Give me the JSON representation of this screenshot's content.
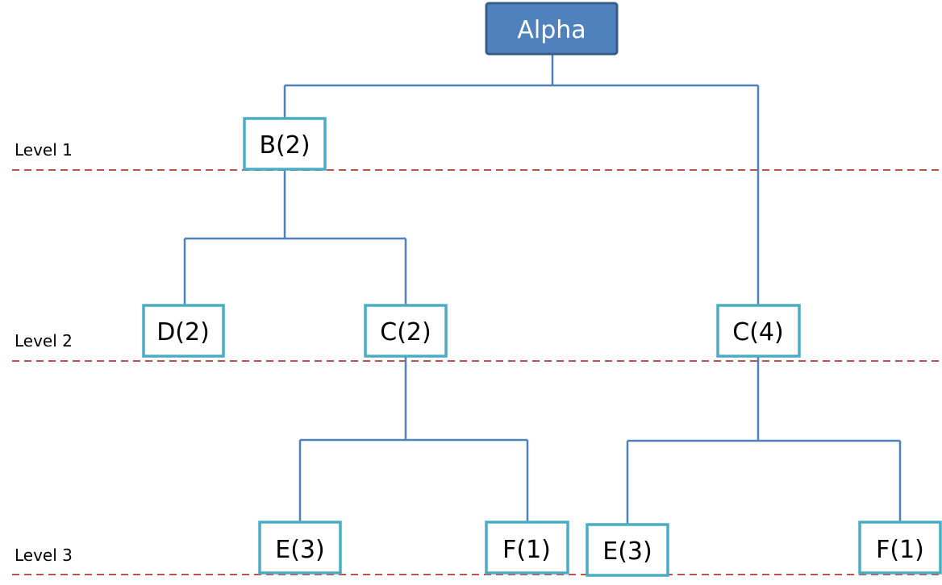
{
  "diagram": {
    "root": {
      "label": "Alpha"
    },
    "levels": [
      {
        "label": "Level 1"
      },
      {
        "label": "Level 2"
      },
      {
        "label": "Level 3"
      }
    ],
    "nodes": {
      "b2": "B(2)",
      "d2": "D(2)",
      "c2": "C(2)",
      "c4": "C(4)",
      "e3_left": "E(3)",
      "f1_left": "F(1)",
      "e3_right": "E(3)",
      "f1_right": "F(1)"
    },
    "colors": {
      "root_fill": "#4F81BD",
      "root_border": "#385D8A",
      "node_border": "#4BACC6",
      "connector": "#4F81BD",
      "level_line": "#C0504D"
    }
  }
}
